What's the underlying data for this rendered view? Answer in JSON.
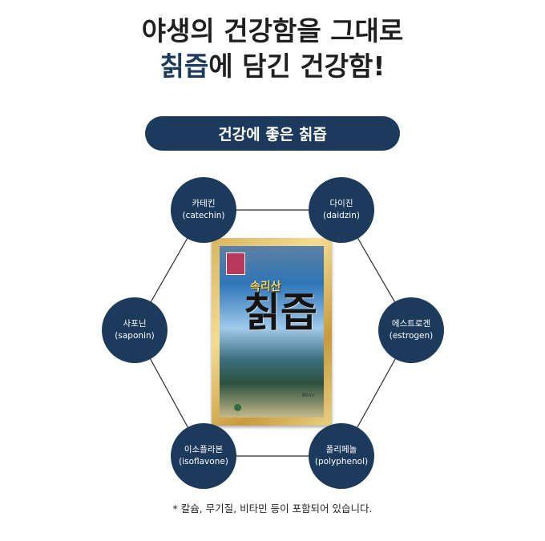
{
  "headline": {
    "line1": "야생의 건강함을 그대로",
    "line2_accent": "칡즙",
    "line2_rest": "에 담긴 건강함!"
  },
  "pill_title": "건강에 좋은 칡즙",
  "nodes": [
    {
      "korean": "카테킨",
      "english": "(catechin)"
    },
    {
      "korean": "다이진",
      "english": "(daidzin)"
    },
    {
      "korean": "에스트로겐",
      "english": "(estrogen)"
    },
    {
      "korean": "폴리페놀",
      "english": "(polyphenol)"
    },
    {
      "korean": "이소플라본",
      "english": "(isoflavone)"
    },
    {
      "korean": "사포닌",
      "english": "(saponin)"
    }
  ],
  "package": {
    "brand": "속리산",
    "title": "칡즙",
    "volume": "80ml"
  },
  "footnote": "* 칼슘, 무기질, 비타민 등이 포함되어 있습니다.",
  "colors": {
    "navy": "#1c3a5b",
    "line": "#2b2b2b"
  }
}
